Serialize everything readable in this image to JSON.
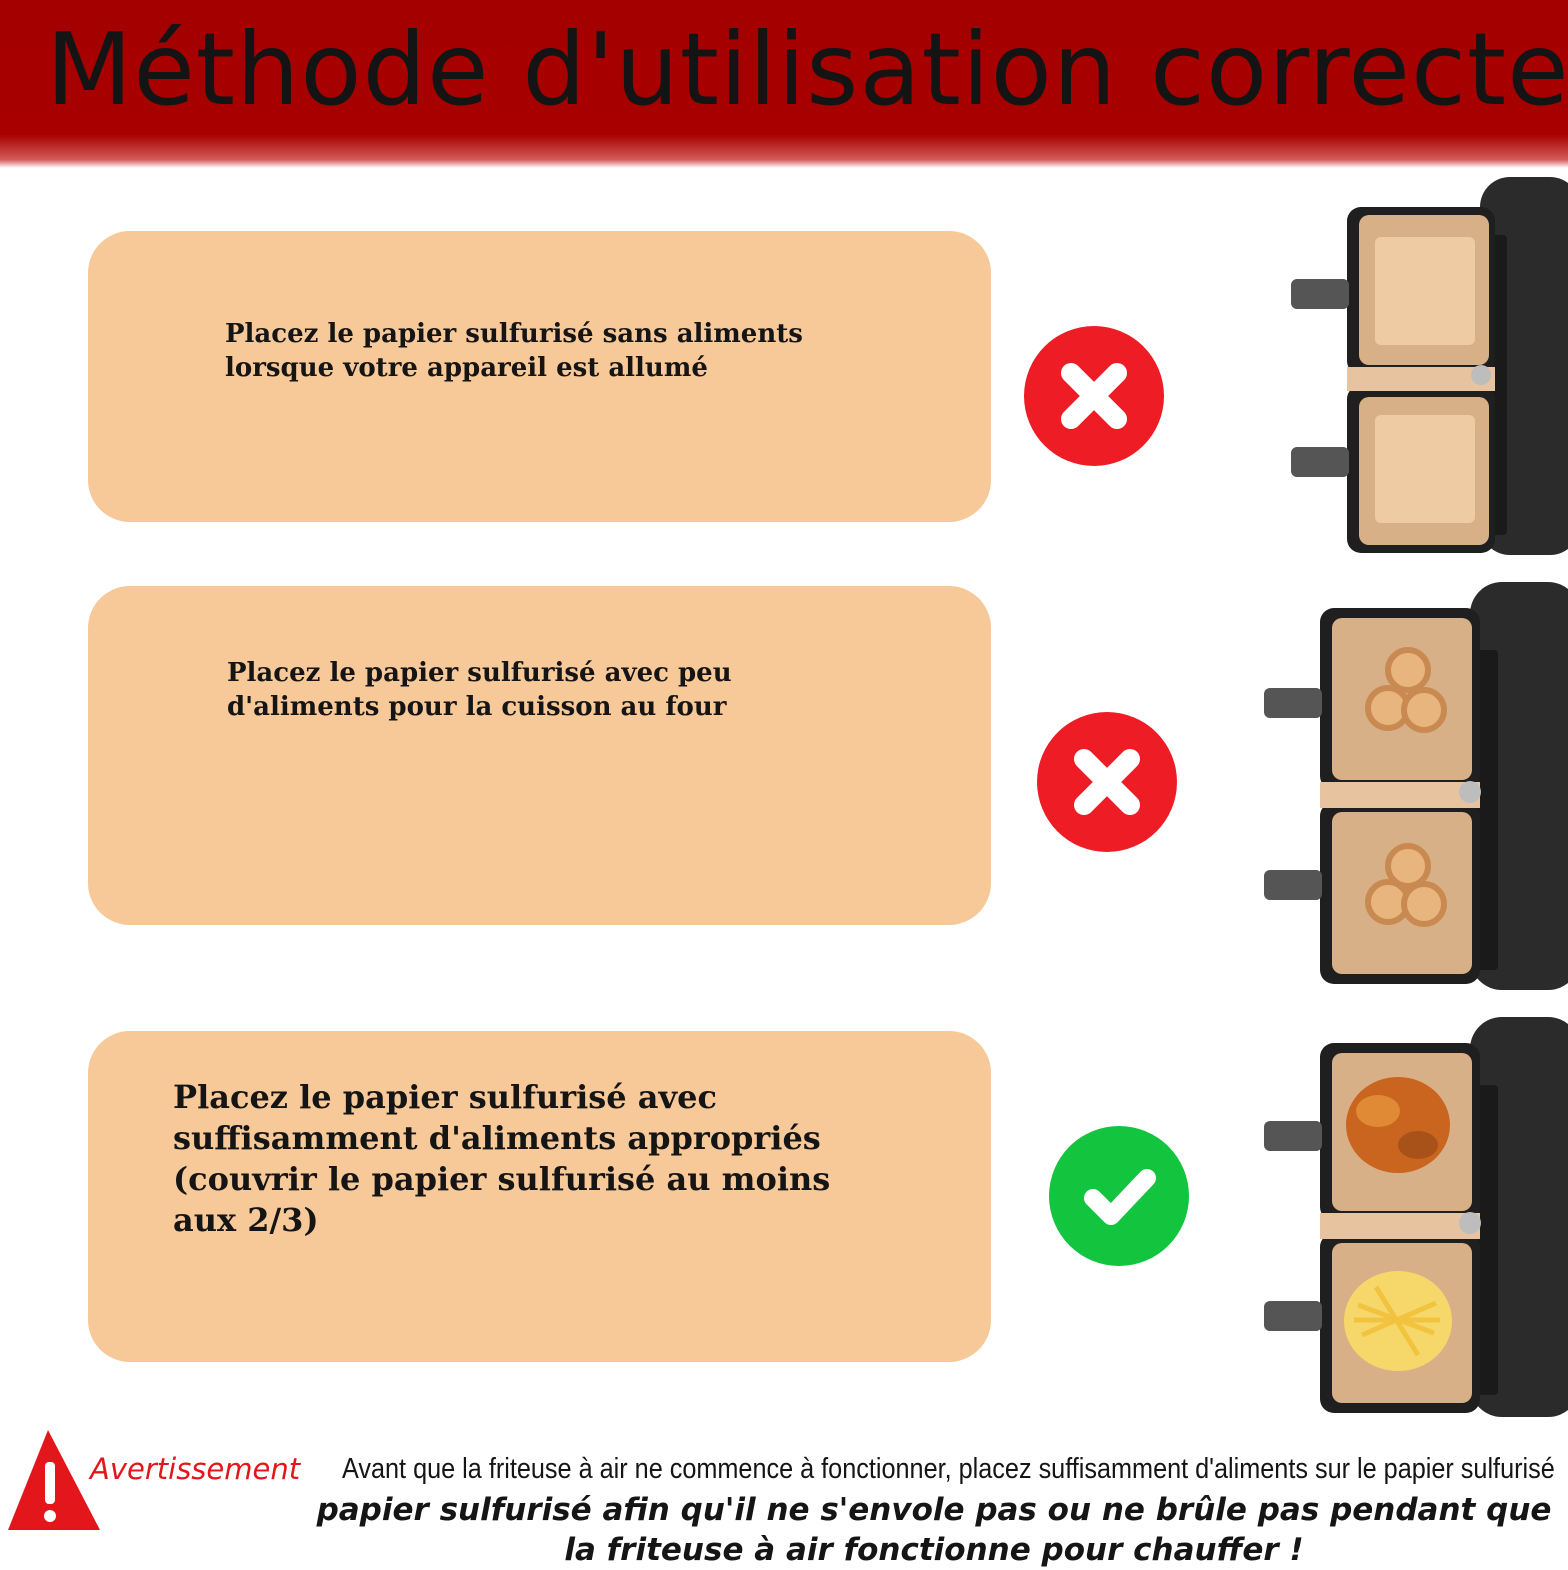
{
  "header": {
    "title": "Méthode d'utilisation correcte"
  },
  "steps": [
    {
      "text": "Placez le papier sulfurisé sans aliments lorsque votre appareil est allumé",
      "status": "incorrect",
      "icon": "cross-icon",
      "color": "#ee1c25"
    },
    {
      "text": "Placez le papier sulfurisé avec peu d'aliments pour la cuisson au four",
      "status": "incorrect",
      "icon": "cross-icon",
      "color": "#ee1c25"
    },
    {
      "text": "Placez le papier sulfurisé avec suffisamment d'aliments appropriés (couvrir le papier sulfurisé au moins aux 2/3)",
      "status": "correct",
      "icon": "check-icon",
      "color": "#12c43e"
    }
  ],
  "warning": {
    "label": "Avertissement",
    "line1": "Avant que la friteuse à air ne commence à fonctionner, placez suffisamment d'aliments sur le papier sulfurisé",
    "line2": "papier sulfurisé afin qu'il ne s'envole pas ou ne brûle pas pendant que la friteuse à air fonctionne pour chauffer !",
    "icon": "warning-triangle-icon",
    "label_color": "#e3161c"
  },
  "colors": {
    "header_bg": "#a80000",
    "card_bg": "#f7c898"
  }
}
